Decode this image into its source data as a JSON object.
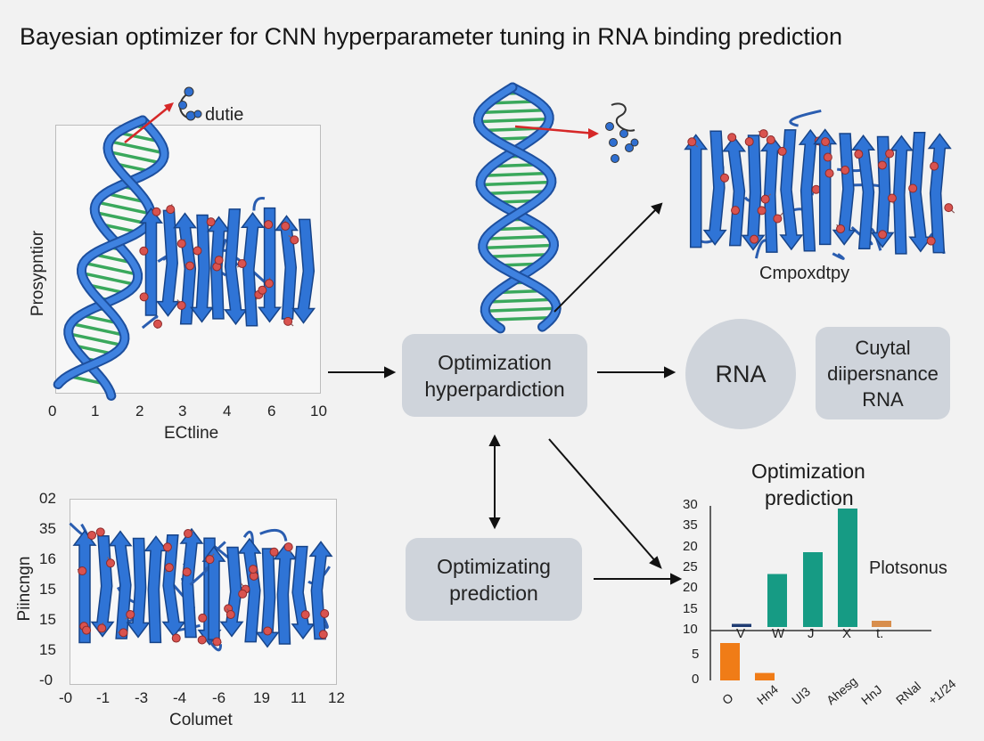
{
  "title": "Bayesian optimizer for CNN hyperparameter tuning in RNA binding prediction",
  "panel1": {
    "annotation": "dutie",
    "ylabel": "Prosypntior",
    "xlabel": "ECtline",
    "xticks": [
      "0",
      "1",
      "2",
      "3",
      "4",
      "6",
      "10"
    ]
  },
  "panel2": {
    "ylabel": "Piincngn",
    "xlabel": "Columet",
    "yticks": [
      "02",
      "35",
      "16",
      "15",
      "15",
      "15",
      "-0"
    ],
    "xticks": [
      "-0",
      "-1",
      "-3",
      "-4",
      "-6",
      "19",
      "11",
      "12"
    ]
  },
  "top_right_label": "Cmpoxdtpy",
  "nodes": {
    "optimization_line1": "Optimization",
    "optimization_line2": "hyperpardiction",
    "rna": "RNA",
    "crystal_line1": "Cuytal",
    "crystal_line2": "diipersnance",
    "crystal_line3": "RNA",
    "optimizing_line1": "Optimizating",
    "optimizing_line2": "prediction"
  },
  "chart_data": {
    "type": "bar",
    "title_line1": "Optimization",
    "title_line2": "prediction",
    "legend_label": "Plotsonus",
    "upper": {
      "yticks": [
        "30",
        "35",
        "20",
        "25",
        "20",
        "15",
        "10"
      ],
      "categories": [
        "V",
        "W",
        "J",
        "X",
        "t."
      ],
      "values": [
        0.5,
        8.5,
        12,
        19,
        1
      ],
      "colors": [
        "#1f3c73",
        "#169b84",
        "#169b84",
        "#169b84",
        "#d88e4d"
      ]
    },
    "lower": {
      "yticks": [
        "5",
        "0"
      ],
      "categories": [
        "O",
        "Hn4",
        "UI3",
        "Ahesg",
        "HnJ",
        "RNal",
        "+1/24"
      ],
      "values": [
        7.5,
        1.5,
        0,
        0,
        0,
        0,
        0
      ],
      "colors": [
        "#f07c17",
        "#f07c17",
        "#f07c17",
        "#f07c17",
        "#f07c17",
        "#f07c17",
        "#f07c17"
      ]
    }
  },
  "colors": {
    "helix": "#2f6fd1",
    "rung_green": "#3aa85c",
    "rung_orange": "#e0a530",
    "node_fill": "#cfd4db",
    "red_arrow": "#d62828"
  }
}
